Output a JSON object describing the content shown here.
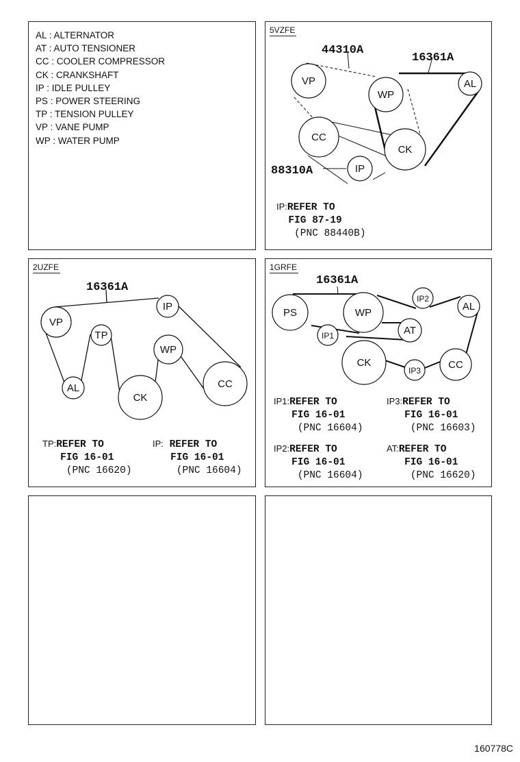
{
  "legend": [
    "AL : ALTERNATOR",
    "AT : AUTO TENSIONER",
    "CC : COOLER COMPRESSOR",
    "CK : CRANKSHAFT",
    "IP : IDLE PULLEY",
    "PS : POWER STEERING",
    "TP : TENSION PULLEY",
    "VP : VANE PUMP",
    "WP : WATER PUMP"
  ],
  "panel_5vzfe": {
    "title": "5VZFE",
    "parts": [
      "44310A",
      "16361A",
      "88310A"
    ],
    "pulleys": [
      "VP",
      "WP",
      "AL",
      "CC",
      "CK",
      "IP"
    ],
    "refs": [
      {
        "tag": "IP:",
        "line1": "REFER TO",
        "line2": "FIG 87-19",
        "line3": "(PNC 88440B)"
      }
    ]
  },
  "panel_2uzfe": {
    "title": "2UZFE",
    "parts": [
      "16361A"
    ],
    "pulleys": [
      "VP",
      "IP",
      "TP",
      "AL",
      "WP",
      "CK",
      "CC"
    ],
    "refs": [
      {
        "tag": "TP:",
        "line1": "REFER TO",
        "line2": "FIG 16-01",
        "line3": "(PNC 16620)"
      },
      {
        "tag": "IP:",
        "line1": "REFER TO",
        "line2": "FIG 16-01",
        "line3": "(PNC 16604)"
      }
    ]
  },
  "panel_1grfe": {
    "title": "1GRFE",
    "parts": [
      "16361A"
    ],
    "pulleys": [
      "PS",
      "WP",
      "IP2",
      "AL",
      "IP1",
      "AT",
      "CK",
      "IP3",
      "CC"
    ],
    "refs": [
      {
        "tag": "IP1:",
        "line1": "REFER TO",
        "line2": "FIG 16-01",
        "line3": "(PNC 16604)"
      },
      {
        "tag": "IP3:",
        "line1": "REFER TO",
        "line2": "FIG 16-01",
        "line3": "(PNC 16603)"
      },
      {
        "tag": "IP2:",
        "line1": "REFER TO",
        "line2": "FIG 16-01",
        "line3": "(PNC 16604)"
      },
      {
        "tag": "AT:",
        "line1": "REFER TO",
        "line2": "FIG 16-01",
        "line3": "(PNC 16620)"
      }
    ]
  },
  "figure_id": "160778C"
}
